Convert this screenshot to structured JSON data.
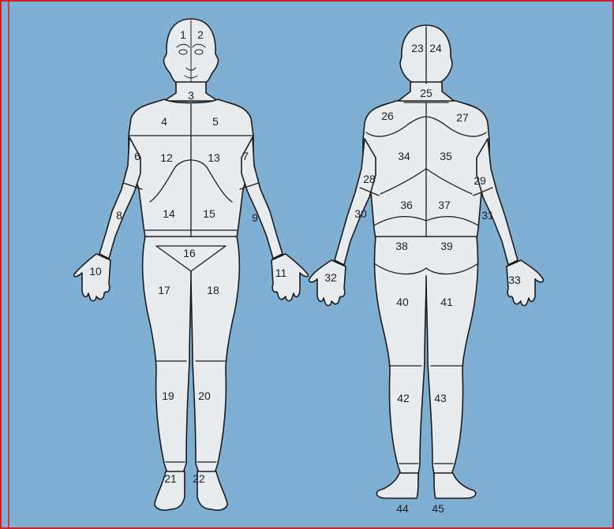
{
  "colors": {
    "background": "#7fb0d4",
    "frame": "#d0202a",
    "body_fill": "#e9ecef",
    "outline": "#1b1b1b"
  },
  "front_view": {
    "regions": [
      "1",
      "2",
      "3",
      "4",
      "5",
      "6",
      "7",
      "8",
      "9",
      "10",
      "11",
      "12",
      "13",
      "14",
      "15",
      "16",
      "17",
      "18",
      "19",
      "20",
      "21",
      "22"
    ]
  },
  "back_view": {
    "regions": [
      "23",
      "24",
      "25",
      "26",
      "27",
      "28",
      "29",
      "30",
      "31",
      "32",
      "33",
      "34",
      "35",
      "36",
      "37",
      "38",
      "39",
      "40",
      "41",
      "42",
      "43",
      "44",
      "45"
    ]
  }
}
